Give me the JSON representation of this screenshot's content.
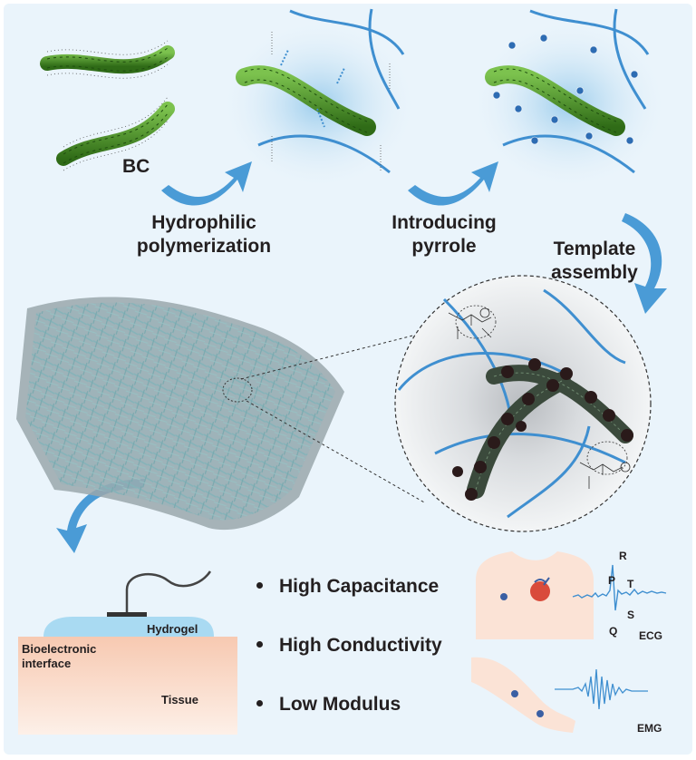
{
  "steps": {
    "bc_label": "BC",
    "hydrophilic_line1": "Hydrophilic",
    "hydrophilic_line2": "polymerization",
    "pyrrole_line1": "Introducing",
    "pyrrole_line2": "pyrrole",
    "template_line1": "Template",
    "template_line2": "assembly"
  },
  "interface": {
    "hydrogel": "Hydrogel",
    "bioelectronic_line1": "Bioelectronic",
    "bioelectronic_line2": "interface",
    "tissue": "Tissue"
  },
  "properties": [
    "High Capacitance",
    "High Conductivity",
    "Low Modulus"
  ],
  "signals": {
    "ecg": "ECG",
    "emg": "EMG",
    "peaks": {
      "P": "P",
      "R": "R",
      "T": "T",
      "Q": "Q",
      "S": "S"
    }
  },
  "colors": {
    "background": "#eaf4fb",
    "fiber_green": "#4e9a2a",
    "polymer_blue": "#3f8fd0",
    "arrow_blue": "#4a9bd6",
    "hydrogel": "#a9daf2",
    "tissue": "#f9d6c3",
    "skin": "#fbe3d6"
  }
}
